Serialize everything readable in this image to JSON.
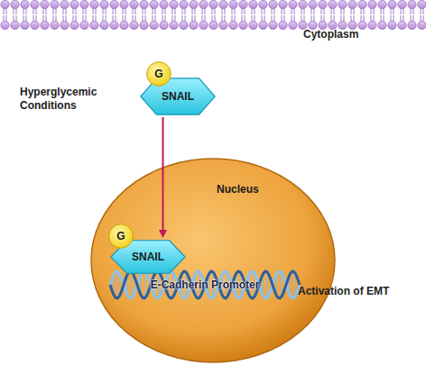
{
  "diagram": {
    "nodes": [
      {
        "text": [
          "G"
        ]
      },
      {
        "text": [
          "SNAIL"
        ]
      },
      {
        "text": [
          "Nucleus"
        ]
      },
      {
        "text": [
          "G"
        ],
        "in": 2
      },
      {
        "text": [
          "SNAIL"
        ],
        "in": 2
      },
      {
        "text": [
          "E-Cadherin Promoter"
        ],
        "in": 2
      }
    ],
    "edges": [
      {
        "from": 1,
        "to": 4,
        "arrow": "to"
      }
    ],
    "labels": [
      "Cytoplasm",
      "Hyperglycemic Conditions",
      "Activation of EMT"
    ]
  }
}
